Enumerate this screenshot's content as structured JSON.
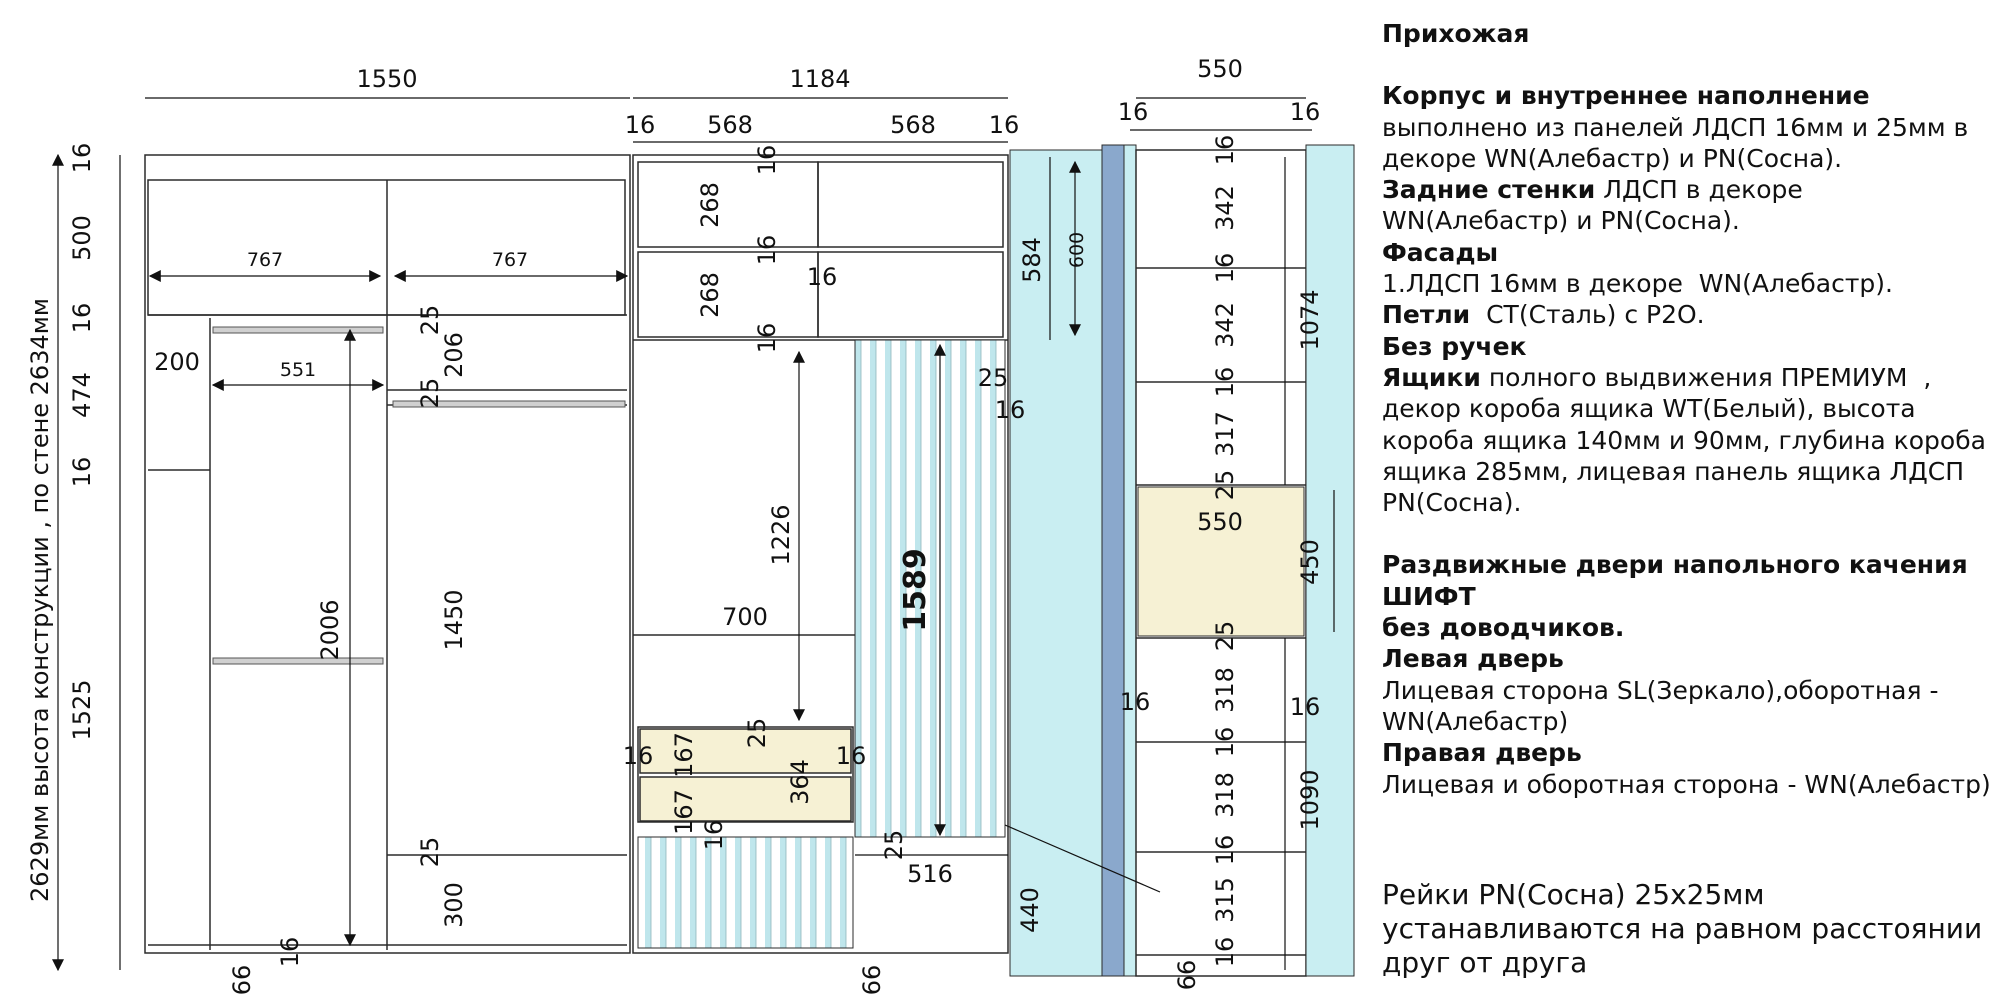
{
  "dims": {
    "top_left_width": "1550",
    "top_mid_width": "1184",
    "top_right_width": "550",
    "mid_sub_16_a": "16",
    "mid_sub_568_a": "568",
    "mid_sub_568_b": "568",
    "mid_sub_16_b": "16",
    "right_sub_16_a": "16",
    "right_sub_16_b": "16",
    "left_total_height": "2629мм высота конструкции , по стене 2634мм",
    "left_16_top": "16",
    "left_500": "500",
    "left_16_b": "16",
    "left_474": "474",
    "left_16_c": "16",
    "left_1525": "1525",
    "comp_767_a": "767",
    "comp_767_b": "767",
    "shelf_200": "200",
    "rail_551": "551",
    "hang_2006": "2006",
    "h_25_a": "25",
    "h_206": "206",
    "h_25_b": "25",
    "h_1450": "1450",
    "h_25_c": "25",
    "h_300": "300",
    "base_66_a": "66",
    "base_16": "16",
    "base_66_b": "66",
    "mid_16_top": "16",
    "mid_268_a": "268",
    "mid_16_m": "16",
    "mid_268_b": "268",
    "mid_16_x": "16",
    "mid_16_bot": "16",
    "mid_584": "584",
    "mid_600": "600",
    "mid_1226": "1226",
    "mid_700": "700",
    "mid_1589": "1589",
    "mid_25_a": "25",
    "mid_16_r": "16",
    "mid_25_b": "25",
    "mid_16_dl": "16",
    "mid_167_a": "167",
    "mid_16_dr": "16",
    "mid_364": "364",
    "mid_167_b": "167",
    "mid_16_d2": "16",
    "mid_25_c": "25",
    "mid_516": "516",
    "mid_440": "440",
    "r_16_1": "16",
    "r_342_a": "342",
    "r_16_2": "16",
    "r_342_b": "342",
    "r_16_3": "16",
    "r_317": "317",
    "r_25_a": "25",
    "r_550": "550",
    "r_450": "450",
    "r_25_b": "25",
    "r_318_a": "318",
    "r_16_4": "16",
    "r_318_b": "318",
    "r_16_5": "16",
    "r_315": "315",
    "r_16_6": "16",
    "r_66": "66",
    "r_1074": "1074",
    "r_1090": "1090",
    "r_16_side_l": "16",
    "r_16_side_r": "16"
  },
  "notes": {
    "title": "Прихожая",
    "body_h": "Корпус и внутреннее наполнение",
    "body_t": "выполнено из панелей ЛДСП 16мм и 25мм в декоре WN(Алебастр) и PN(Сосна).",
    "backs_h": "Задние стенки",
    "backs_t": " ЛДСП в декоре WN(Алебастр) и PN(Сосна).",
    "fronts_h": "Фасады",
    "fronts_t": "1.ЛДСП 16мм в декоре  WN(Алебастр).",
    "hinges_h": "Петли",
    "hinges_t": "  СТ(Сталь) с Р2О.",
    "handles_h": "Без ручек",
    "drawers_h": "Ящики",
    "drawers_t": " полного выдвижения ПРЕМИУМ  , декор короба ящика WT(Белый), высота короба ящика 140мм и 90мм, глубина короба ящика 285мм, лицевая панель ящика ЛДСП PN(Сосна).",
    "doors_h": "Раздвижные двери напольного качения ШИФТ",
    "doors_h2": "без доводчиков.",
    "left_door_h": "Левая дверь",
    "left_door_t": "Лицевая сторона SL(Зеркало),оборотная - WN(Алебастр)",
    "right_door_h": "Правая дверь",
    "right_door_t": "Лицевая и оборотная сторона - WN(Алебастр)",
    "rails_t": "Рейки PN(Сосна) 25х25мм устанавливаются на равном расстоянии друг от друга"
  },
  "colors": {
    "line": "#2b2b2b",
    "light_blue": "#c9eef2",
    "teal": "#9fdde6",
    "blue_panel": "#8aa8cc",
    "wood": "#f6f1d4"
  }
}
